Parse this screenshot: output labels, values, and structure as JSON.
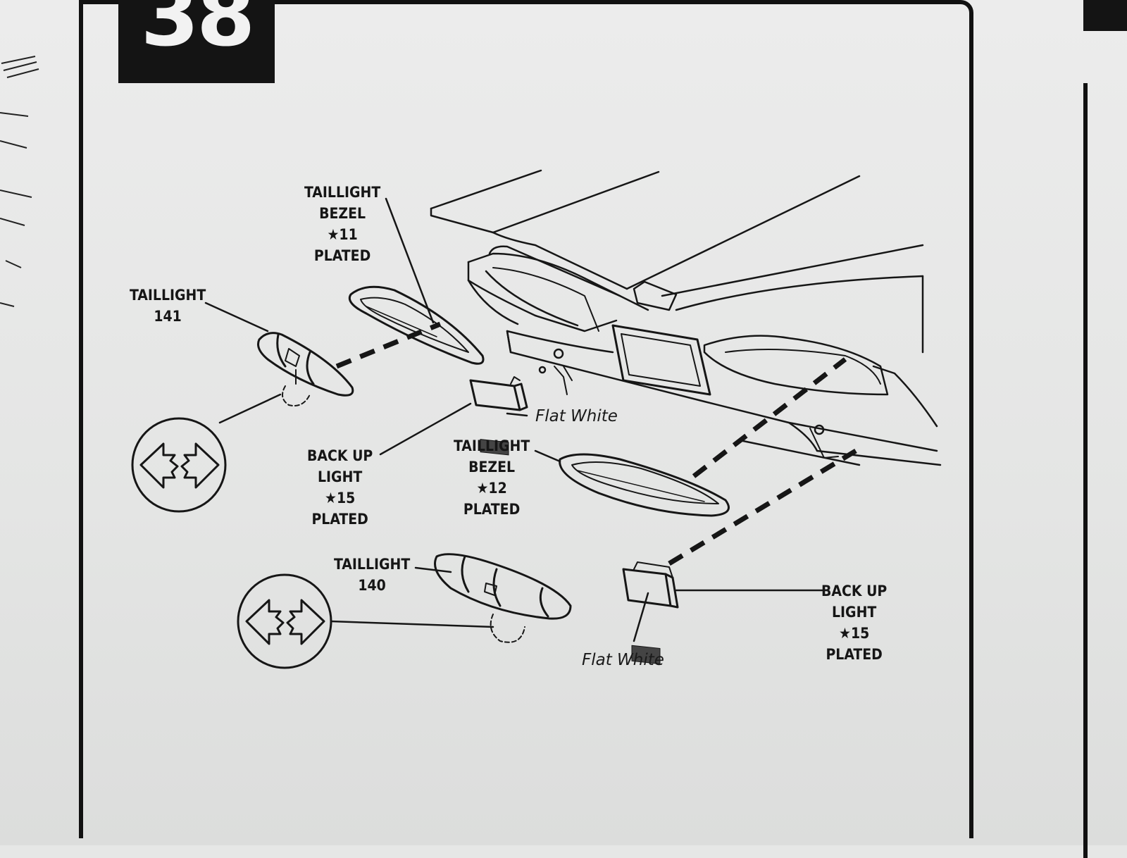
{
  "step": {
    "number": "38"
  },
  "parts": {
    "taillight_bezel_upper": {
      "line1": "TAILLIGHT",
      "line2": "BEZEL",
      "line3": "★11",
      "line4": "PLATED"
    },
    "taillight_141": {
      "line1": "TAILLIGHT",
      "line2": "141"
    },
    "back_up_light_left": {
      "line1": "BACK UP",
      "line2": "LIGHT",
      "line3": "★15",
      "line4": "PLATED"
    },
    "taillight_bezel_lower": {
      "line1": "TAILLIGHT",
      "line2": "BEZEL",
      "line3": "★12",
      "line4": "PLATED"
    },
    "taillight_140": {
      "line1": "TAILLIGHT",
      "line2": "140"
    },
    "back_up_light_right": {
      "line1": "BACK UP",
      "line2": "LIGHT",
      "line3": "★15",
      "line4": "PLATED"
    }
  },
  "notes": {
    "flat_white_upper": "Flat White",
    "flat_white_lower": "Flat White"
  },
  "icons": {
    "glue_symbol": "glue-arrows-icon"
  },
  "colors": {
    "ink": "#161616",
    "paper": "#e6e7e6",
    "step_box": "#141414"
  }
}
